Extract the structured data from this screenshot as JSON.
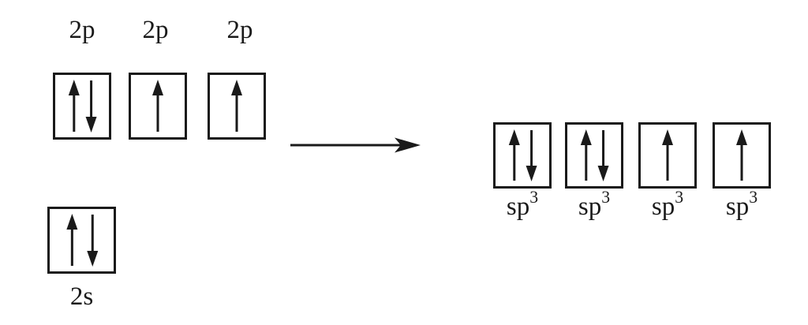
{
  "colors": {
    "ink": "#1a1a1a",
    "background": "#ffffff"
  },
  "left_group": {
    "p_orbitals": [
      {
        "label": "2p",
        "electrons": "paired"
      },
      {
        "label": "2p",
        "electrons": "single"
      },
      {
        "label": "2p",
        "electrons": "single"
      }
    ],
    "s_orbital": {
      "label": "2s",
      "electrons": "paired"
    }
  },
  "arrow": {
    "direction": "right"
  },
  "right_group": {
    "hybrid_orbitals": [
      {
        "label_base": "sp",
        "label_sup": "3",
        "electrons": "paired"
      },
      {
        "label_base": "sp",
        "label_sup": "3",
        "electrons": "paired"
      },
      {
        "label_base": "sp",
        "label_sup": "3",
        "electrons": "single"
      },
      {
        "label_base": "sp",
        "label_sup": "3",
        "electrons": "single"
      }
    ]
  }
}
